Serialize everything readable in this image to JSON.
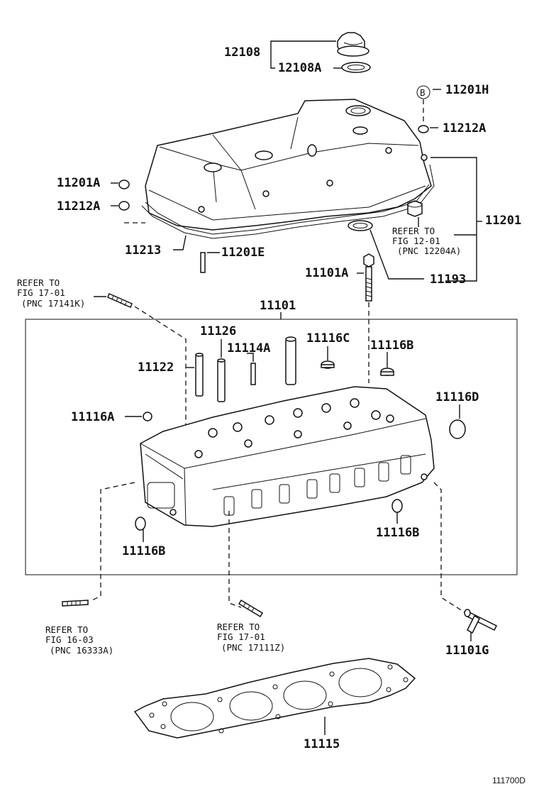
{
  "diagram": {
    "figure_code": "111700D",
    "labels": {
      "p12108": "12108",
      "p12108A": "12108A",
      "p11201H": "11201H",
      "circleB": "B",
      "p11212A_r": "11212A",
      "p11201A": "11201A",
      "p11212A_l": "11212A",
      "p11201": "11201",
      "p11213": "11213",
      "p11201E": "11201E",
      "p11101A": "11101A",
      "p11193": "11193",
      "p11101": "11101",
      "p11126": "11126",
      "p11122": "11122",
      "p11114A": "11114A",
      "p11116C": "11116C",
      "p11116B_top": "11116B",
      "p11116D": "11116D",
      "p11116A": "11116A",
      "p11116B_left": "11116B",
      "p11116B_right": "11116B",
      "p11101G": "11101G",
      "p11115": "11115"
    },
    "references": {
      "ref_12204": [
        "REFER TO",
        "FIG 12-01",
        "(PNC 12204A)"
      ],
      "ref_17141": [
        "REFER TO",
        "FIG 17-01",
        "(PNC 17141K)"
      ],
      "ref_16333": [
        "REFER TO",
        "FIG 16-03",
        "(PNC 16333A)"
      ],
      "ref_17111": [
        "REFER TO",
        "FIG 17-01",
        "(PNC 17111Z)"
      ]
    }
  }
}
